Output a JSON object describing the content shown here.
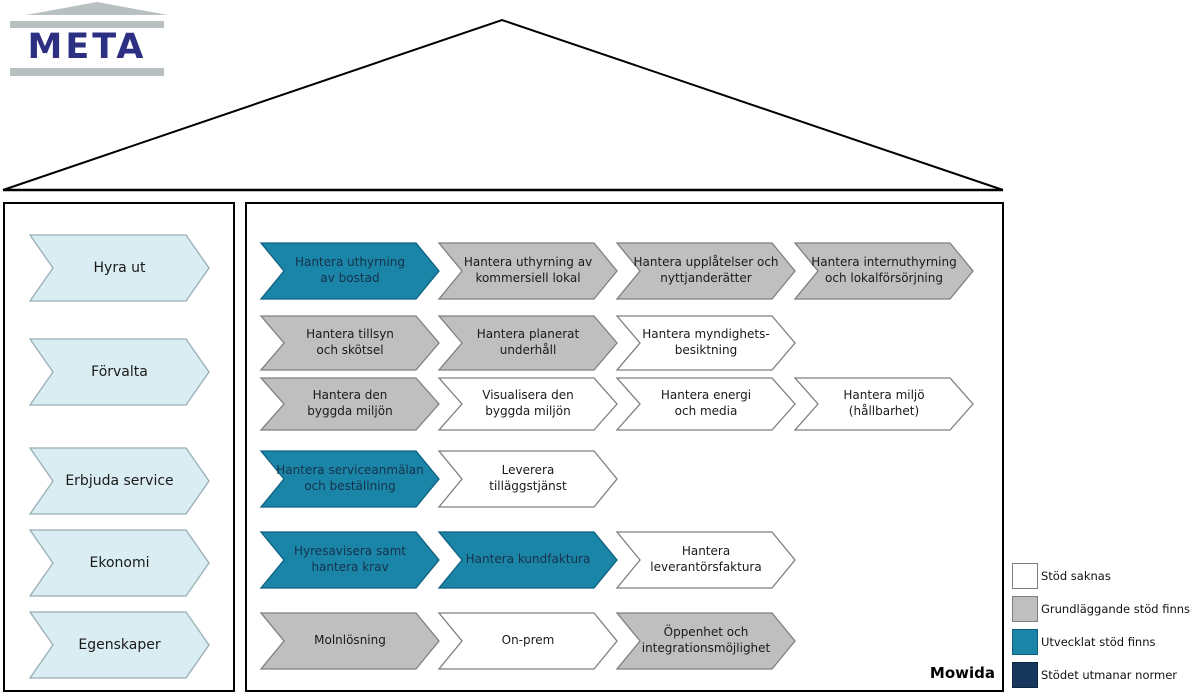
{
  "logo": {
    "text": "META"
  },
  "categories": [
    {
      "label": "Hyra ut"
    },
    {
      "label": "Förvalta"
    },
    {
      "label": "Erbjuda service"
    },
    {
      "label": "Ekonomi"
    },
    {
      "label": "Egenskaper"
    }
  ],
  "process_groups": [
    {
      "category": "Hyra ut",
      "rows": [
        [
          {
            "lines": [
              "Hantera uthyrning",
              "av bostad"
            ],
            "level": "developed"
          },
          {
            "lines": [
              "Hantera uthyrning av",
              "kommersiell lokal"
            ],
            "level": "basic"
          },
          {
            "lines": [
              "Hantera upplåtelser och",
              "nyttjanderätter"
            ],
            "level": "basic"
          },
          {
            "lines": [
              "Hantera internuthyrning",
              "och lokalförsörjning"
            ],
            "level": "basic"
          }
        ]
      ]
    },
    {
      "category": "Förvalta",
      "rows": [
        [
          {
            "lines": [
              "Hantera tillsyn",
              "och skötsel"
            ],
            "level": "basic"
          },
          {
            "lines": [
              "Hantera planerat",
              "underhåll"
            ],
            "level": "basic"
          },
          {
            "lines": [
              "Hantera myndighets-",
              "besiktning"
            ],
            "level": "none"
          }
        ],
        [
          {
            "lines": [
              "Hantera den",
              "byggda miljön"
            ],
            "level": "basic"
          },
          {
            "lines": [
              "Visualisera den",
              "byggda miljön"
            ],
            "level": "none"
          },
          {
            "lines": [
              "Hantera energi",
              "och media"
            ],
            "level": "none"
          },
          {
            "lines": [
              "Hantera miljö",
              "(hållbarhet)"
            ],
            "level": "none"
          }
        ]
      ]
    },
    {
      "category": "Erbjuda service",
      "rows": [
        [
          {
            "lines": [
              "Hantera serviceanmälan",
              "och beställning"
            ],
            "level": "developed"
          },
          {
            "lines": [
              "Leverera",
              "tilläggstjänst"
            ],
            "level": "none"
          }
        ]
      ]
    },
    {
      "category": "Ekonomi",
      "rows": [
        [
          {
            "lines": [
              "Hyresavisera samt",
              "hantera krav"
            ],
            "level": "developed"
          },
          {
            "lines": [
              "Hantera kundfaktura"
            ],
            "level": "developed"
          },
          {
            "lines": [
              "Hantera",
              "leverantörsfaktura"
            ],
            "level": "none"
          }
        ]
      ]
    },
    {
      "category": "Egenskaper",
      "rows": [
        [
          {
            "lines": [
              "Molnlösning"
            ],
            "level": "basic"
          },
          {
            "lines": [
              "On-prem"
            ],
            "level": "none"
          },
          {
            "lines": [
              "Öppenhet och",
              "integrationsmöjlighet"
            ],
            "level": "basic"
          }
        ]
      ]
    }
  ],
  "legend": {
    "items": [
      {
        "label": "Stöd saknas",
        "level": "none"
      },
      {
        "label": "Grundläggande stöd finns",
        "level": "basic"
      },
      {
        "label": "Utvecklat stöd finns",
        "level": "developed"
      },
      {
        "label": "Stödet utmanar normer",
        "level": "challenging"
      }
    ]
  },
  "levels": {
    "none": {
      "fill": "#ffffff",
      "stroke": "#7f7f7f",
      "text": "#1a1a1a"
    },
    "basic": {
      "fill": "#bfbfbf",
      "stroke": "#7f7f7f",
      "text": "#1a1a1a"
    },
    "developed": {
      "fill": "#1b85a8",
      "stroke": "#0e6080",
      "text": "#16324a"
    },
    "challenging": {
      "fill": "#17375d",
      "stroke": "#10283f",
      "text": "#ffffff"
    }
  },
  "category_style": {
    "fill": "#d9edf2",
    "stroke": "#98aeb6",
    "text": "#1a1a1a"
  },
  "footer": {
    "brand": "Mowida"
  }
}
